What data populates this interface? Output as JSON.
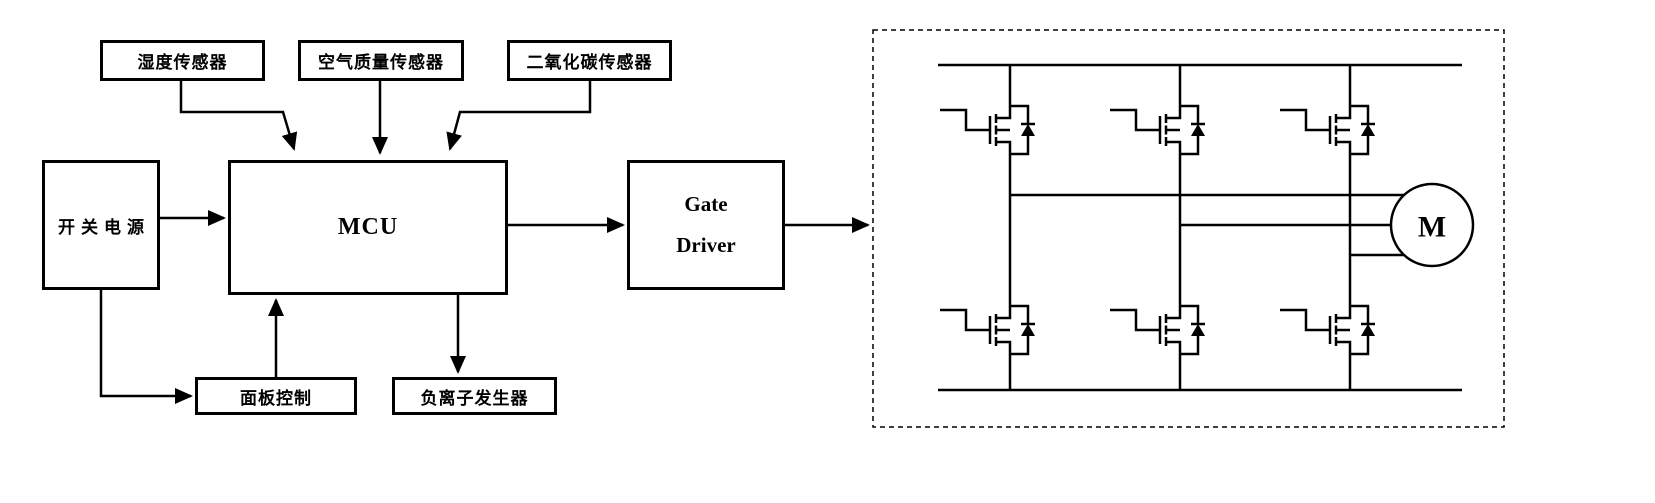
{
  "diagram": {
    "sensors": [
      {
        "label": "湿度传感器"
      },
      {
        "label": "空气质量传感器"
      },
      {
        "label": "二氧化碳传感器"
      }
    ],
    "power_supply": {
      "label": "开关电源"
    },
    "mcu": {
      "label": "MCU"
    },
    "gate_driver": {
      "line1": "Gate",
      "line2": "Driver"
    },
    "panel_control": {
      "label": "面板控制"
    },
    "ion_generator": {
      "label": "负离子发生器"
    },
    "motor": {
      "label": "M"
    }
  },
  "colors": {
    "ink": "#000000",
    "background": "#ffffff"
  }
}
